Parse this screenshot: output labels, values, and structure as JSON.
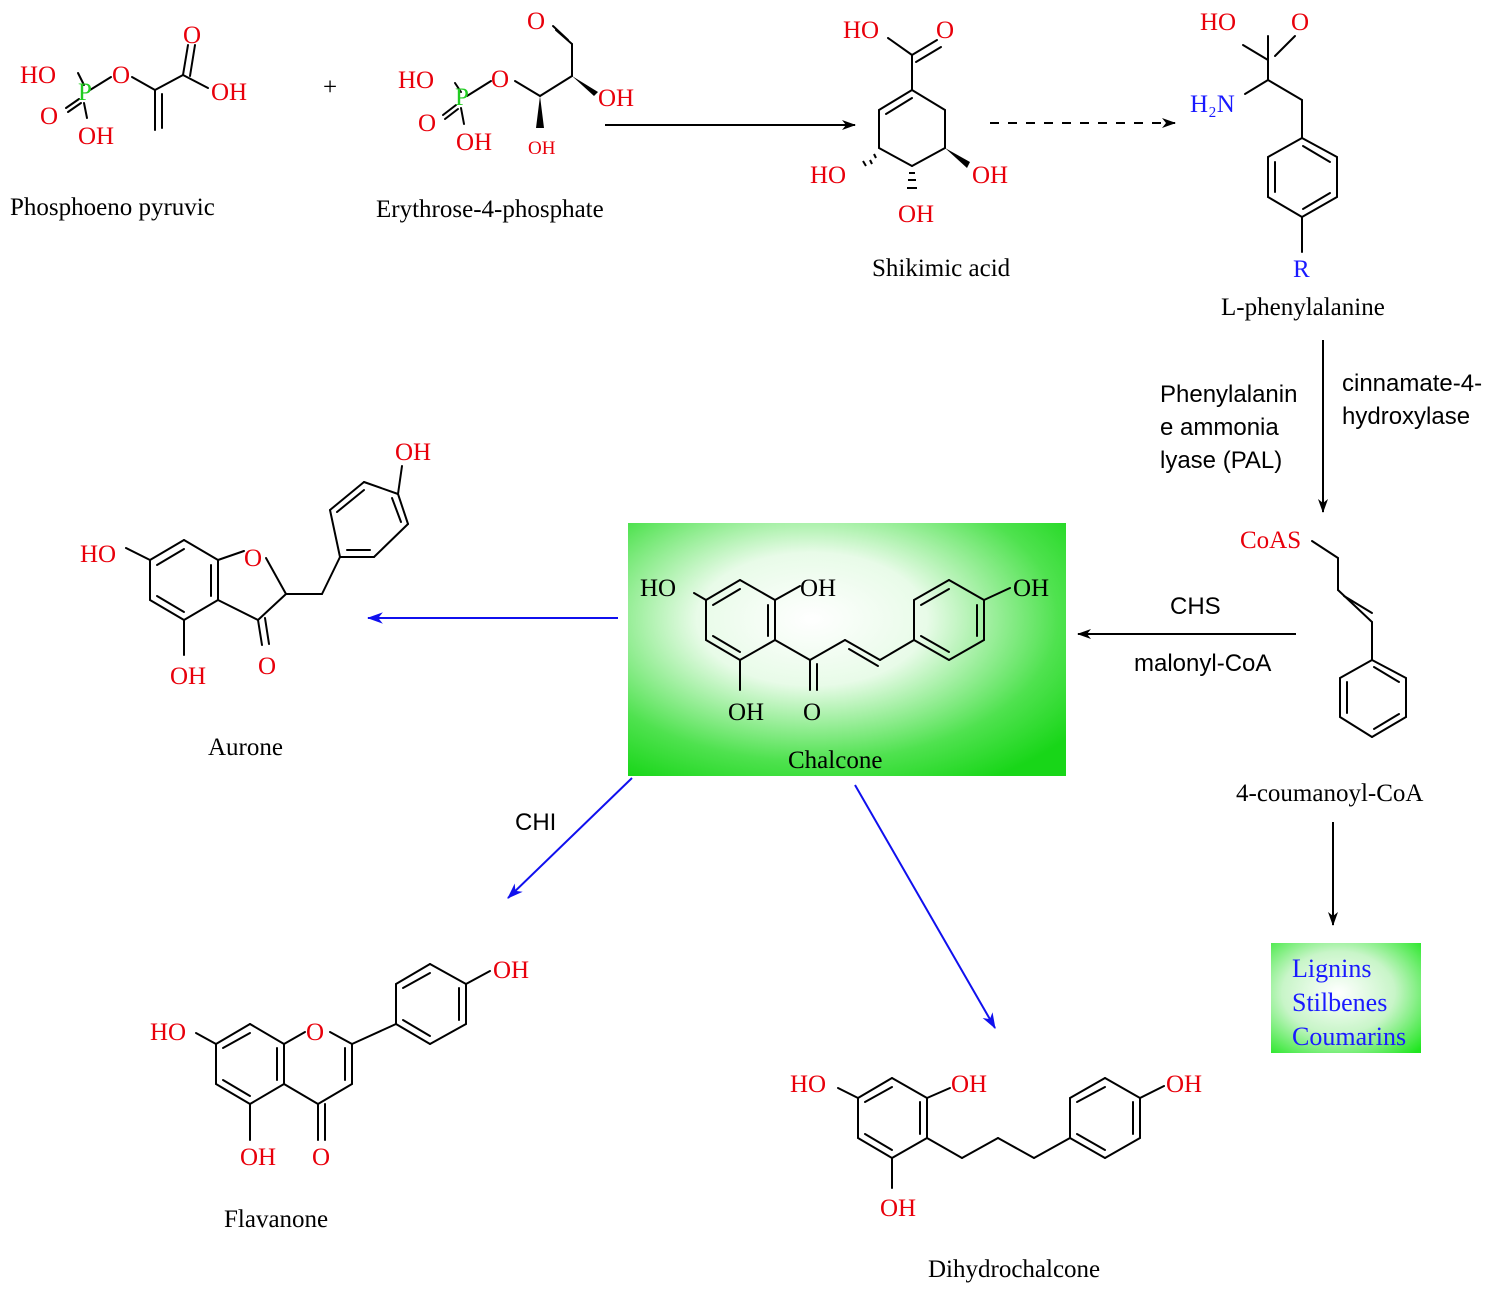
{
  "colors": {
    "heteroatom": "#e8000b",
    "phosphorus": "#22cc22",
    "nitrogen_R": "#1a1aff",
    "bond": "#000000",
    "blue_arrow": "#1010ee",
    "highlight_green": "#1ee61e",
    "product_text": "#1a1aff"
  },
  "compounds": {
    "pep": {
      "name": "Phosphoeno pyruvic",
      "HO": "HO",
      "P": "P",
      "O": "O",
      "O2": "O",
      "OH": "OH",
      "O3": "O",
      "OH2": "OH"
    },
    "plus": "+",
    "e4p": {
      "name": "Erythrose-4-phosphate",
      "HO": "HO",
      "P": "P",
      "O": "O",
      "O2": "O",
      "OH": "OH",
      "O3": "O",
      "OH2": "OH",
      "OH3": "OH"
    },
    "shikimic": {
      "name": "Shikimic acid",
      "HO": "HO",
      "O": "O",
      "HO2": "HO",
      "OH": "OH",
      "OH2": "OH"
    },
    "phe": {
      "name": "L-phenylalanine",
      "HO": "HO",
      "O": "O",
      "H2N": "H₂N",
      "R": "R"
    },
    "coa": {
      "name": "4-coumanoyl-CoA",
      "CoAS": "CoAS"
    },
    "chalcone": {
      "name": "Chalcone",
      "HO": "HO",
      "OH1": "OH",
      "OH2": "OH",
      "OH3": "OH",
      "O": "O"
    },
    "aurone": {
      "name": "Aurone",
      "OH_top": "OH",
      "HO": "HO",
      "O_ring": "O",
      "OH_bot": "OH",
      "O": "O"
    },
    "flavanone": {
      "name": "Flavanone",
      "OH_top": "OH",
      "HO": "HO",
      "O_ring": "O",
      "OH_bot": "OH",
      "O": "O"
    },
    "dihydrochalcone": {
      "name": "Dihydrochalcone",
      "HO": "HO",
      "OH1": "OH",
      "OH2": "OH",
      "OH3": "OH"
    }
  },
  "enzymes": {
    "pal_line1": "Phenylalanin",
    "pal_line2": "e ammonia",
    "pal_line3": "lyase (PAL)",
    "c4h_line1": "cinnamate-4-",
    "c4h_line2": "hydroxylase",
    "chs": "CHS",
    "malonyl": "malonyl-CoA",
    "chi": "CHI"
  },
  "products": {
    "items": [
      "Lignins",
      "Stilbenes",
      "Coumarins"
    ]
  }
}
